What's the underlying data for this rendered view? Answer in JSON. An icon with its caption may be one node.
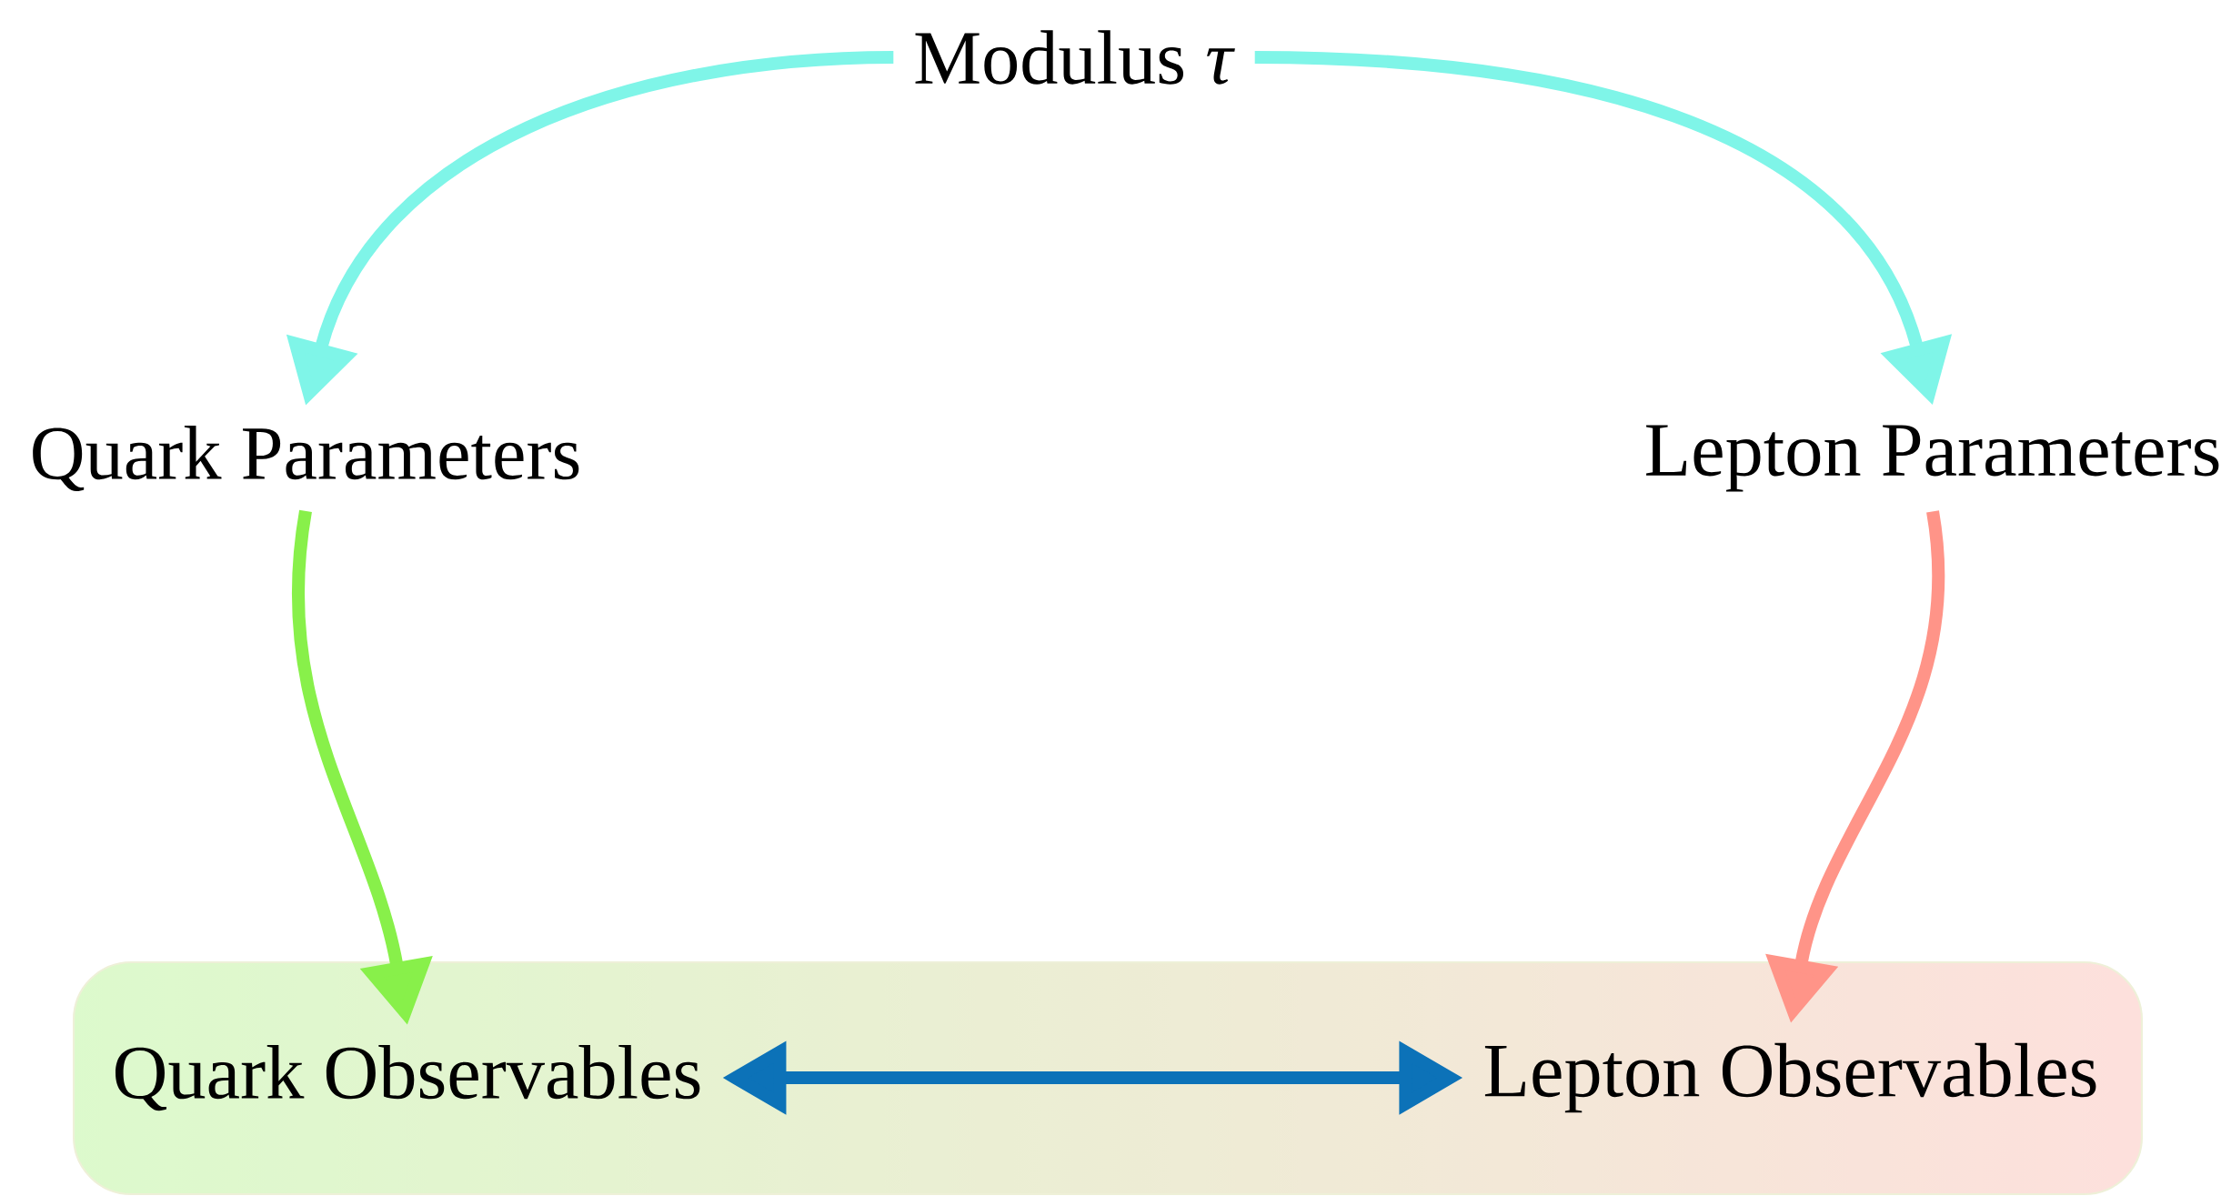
{
  "diagram": {
    "nodes": [
      {
        "text": [
          "Modulus *τ*"
        ]
      },
      {
        "text": [
          "Quark Parameters"
        ]
      },
      {
        "text": [
          "Lepton Parameters"
        ]
      },
      {
        "text": [],
        "shape": "box"
      },
      {
        "text": [
          "Quark Observables"
        ],
        "in": 3
      },
      {
        "text": [
          "Lepton Observables"
        ],
        "in": 3
      }
    ],
    "edges": [
      {
        "from": 0,
        "to": 1,
        "arrow": "to",
        "color": "#7ff5e8"
      },
      {
        "from": 0,
        "to": 2,
        "arrow": "to",
        "color": "#7ff5e8"
      },
      {
        "from": 1,
        "to": 4,
        "arrow": "to",
        "color": "#88f04a"
      },
      {
        "from": 2,
        "to": 5,
        "arrow": "to",
        "color": "#ff9488"
      },
      {
        "from": 4,
        "to": 5,
        "arrow": "both",
        "color": "#0c72b8"
      }
    ]
  }
}
